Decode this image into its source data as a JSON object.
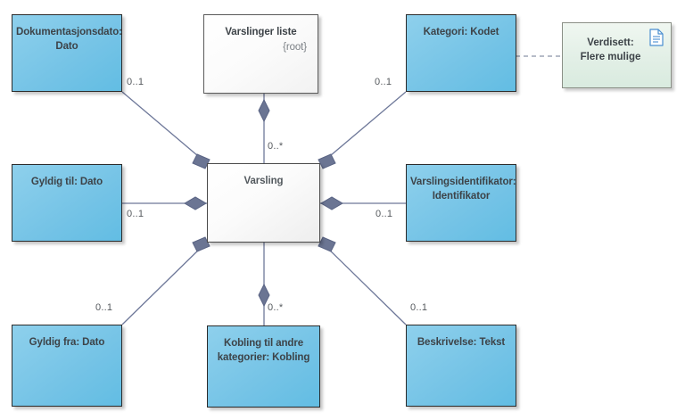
{
  "diagram": {
    "type": "uml-class-aggregation",
    "title_node": "Varsling",
    "nodes": [
      {
        "id": "dokumentasjonsdato",
        "label": "Dokumentasjonsdato:\nDato",
        "line1": "Dokumentasjonsdato:",
        "line2": "Dato",
        "kind": "attribute",
        "fill": "#74c3e6"
      },
      {
        "id": "varslinger-liste",
        "label": "Varslinger liste",
        "line1": "Varslinger liste",
        "sub": "{root}",
        "kind": "root-class",
        "fill": "#ffffff"
      },
      {
        "id": "kategori",
        "label": "Kategori: Kodet",
        "line1": "Kategori: Kodet",
        "kind": "attribute",
        "fill": "#74c3e6"
      },
      {
        "id": "gyldig-til",
        "label": "Gyldig til: Dato",
        "line1": "Gyldig til: Dato",
        "kind": "attribute",
        "fill": "#74c3e6"
      },
      {
        "id": "varsling",
        "label": "Varsling",
        "line1": "Varsling",
        "kind": "class",
        "fill": "#fbfbfb"
      },
      {
        "id": "varslingsidentifikator",
        "label": "Varslingsidentifikator:\nIdentifikator",
        "line1": "Varslingsidentifikator:",
        "line2": "Identifikator",
        "kind": "attribute",
        "fill": "#74c3e6"
      },
      {
        "id": "gyldig-fra",
        "label": "Gyldig fra: Dato",
        "line1": "Gyldig fra: Dato",
        "kind": "attribute",
        "fill": "#74c3e6"
      },
      {
        "id": "kobling",
        "label": "Kobling til andre\nkategorier: Kobling",
        "line1": "Kobling til andre",
        "line2": "kategorier: Kobling",
        "kind": "attribute",
        "fill": "#74c3e6"
      },
      {
        "id": "beskrivelse",
        "label": "Beskrivelse: Tekst",
        "line1": "Beskrivelse: Tekst",
        "kind": "attribute",
        "fill": "#74c3e6"
      }
    ],
    "note": {
      "id": "verdisett",
      "line1": "Verdisett:",
      "line2": "Flere mulige",
      "icon": "document-icon",
      "attached_to": "kategori",
      "fill": "#e2efe6"
    },
    "multiplicities": {
      "dokumentasjonsdato": "0..1",
      "varslinger_liste": "0..*",
      "kategori": "0..1",
      "gyldig_til": "0..1",
      "varslingsidentifikator": "0..1",
      "gyldig_fra": "0..1",
      "kobling": "0..*",
      "beskrivelse": "0..1"
    },
    "colors": {
      "attribute_fill": "#74c3e6",
      "note_fill": "#e2efe6",
      "connector": "#6e7899",
      "diamond": "#6b7593",
      "border": "#2b2b2b",
      "text": "#3d4348"
    }
  }
}
